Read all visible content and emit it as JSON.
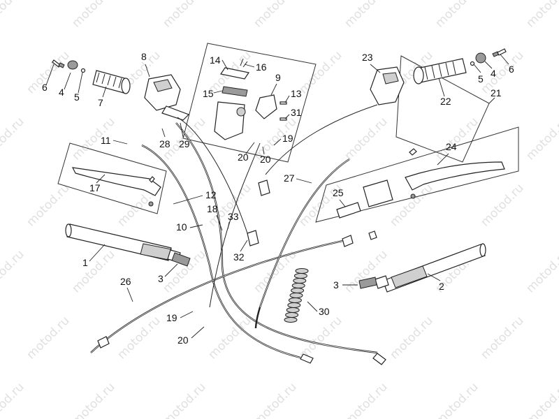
{
  "watermark_text": "motod.ru",
  "callouts": [
    {
      "id": "c6-left",
      "label": "6"
    },
    {
      "id": "c4-left",
      "label": "4"
    },
    {
      "id": "c5-left",
      "label": "5"
    },
    {
      "id": "c7",
      "label": "7"
    },
    {
      "id": "c8",
      "label": "8"
    },
    {
      "id": "c14",
      "label": "14"
    },
    {
      "id": "c16",
      "label": "16"
    },
    {
      "id": "c9",
      "label": "9"
    },
    {
      "id": "c15",
      "label": "15"
    },
    {
      "id": "c13",
      "label": "13"
    },
    {
      "id": "c31",
      "label": "31"
    },
    {
      "id": "c19-top",
      "label": "19"
    },
    {
      "id": "c20-top-a",
      "label": "20"
    },
    {
      "id": "c20-top-b",
      "label": "20"
    },
    {
      "id": "c11",
      "label": "11"
    },
    {
      "id": "c28",
      "label": "28"
    },
    {
      "id": "c29",
      "label": "29"
    },
    {
      "id": "c17",
      "label": "17"
    },
    {
      "id": "c12",
      "label": "12"
    },
    {
      "id": "c18",
      "label": "18"
    },
    {
      "id": "c10",
      "label": "10"
    },
    {
      "id": "c33",
      "label": "33"
    },
    {
      "id": "c32",
      "label": "32"
    },
    {
      "id": "c1",
      "label": "1"
    },
    {
      "id": "c3-left",
      "label": "3"
    },
    {
      "id": "c26",
      "label": "26"
    },
    {
      "id": "c19-bottom",
      "label": "19"
    },
    {
      "id": "c20-bottom",
      "label": "20"
    },
    {
      "id": "c23",
      "label": "23"
    },
    {
      "id": "c22",
      "label": "22"
    },
    {
      "id": "c21",
      "label": "21"
    },
    {
      "id": "c5-right",
      "label": "5"
    },
    {
      "id": "c4-right",
      "label": "4"
    },
    {
      "id": "c6-right",
      "label": "6"
    },
    {
      "id": "c24",
      "label": "24"
    },
    {
      "id": "c27",
      "label": "27"
    },
    {
      "id": "c25",
      "label": "25"
    },
    {
      "id": "c30",
      "label": "30"
    },
    {
      "id": "c3-right",
      "label": "3"
    },
    {
      "id": "c2",
      "label": "2"
    }
  ]
}
